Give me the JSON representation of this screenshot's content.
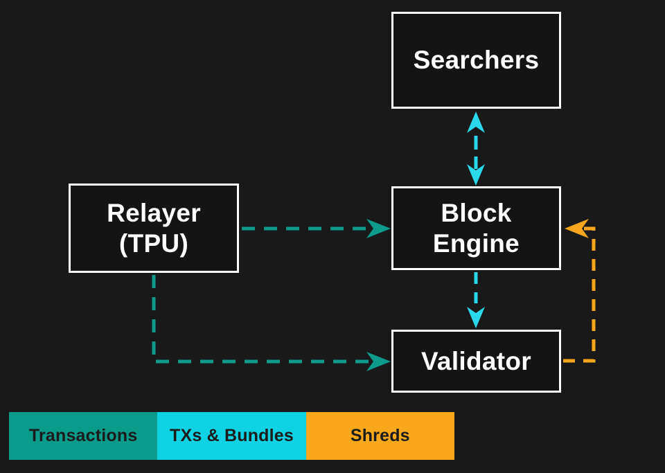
{
  "colors": {
    "background": "#1a191a",
    "node_fill": "#151415",
    "node_border": "#ffffff",
    "node_text": "#ffffff",
    "teal": "#0d9b8b",
    "cyan": "#29d8ea",
    "orange": "#f8a51e",
    "legend_text": "#1b1b1b"
  },
  "nodes": {
    "searchers": {
      "label": "Searchers"
    },
    "relayer": {
      "lines": [
        "Relayer",
        "(TPU)"
      ]
    },
    "block_engine": {
      "lines": [
        "Block",
        "Engine"
      ]
    },
    "validator": {
      "label": "Validator"
    }
  },
  "edges": [
    {
      "from": "searchers",
      "to": "block_engine",
      "bidirectional": true,
      "carries": "TXs & Bundles",
      "color": "#29d8ea"
    },
    {
      "from": "relayer",
      "to": "block_engine",
      "bidirectional": false,
      "carries": "Transactions",
      "color": "#0d9b8b"
    },
    {
      "from": "block_engine",
      "to": "validator",
      "bidirectional": false,
      "carries": "TXs & Bundles",
      "color": "#29d8ea"
    },
    {
      "from": "relayer",
      "to": "validator",
      "bidirectional": false,
      "carries": "Transactions",
      "color": "#0d9b8b"
    },
    {
      "from": "validator",
      "to": "block_engine",
      "bidirectional": false,
      "carries": "Shreds",
      "color": "#f8a51e"
    }
  ],
  "legend": {
    "items": [
      {
        "label": "Transactions",
        "color": "#0a9b8a"
      },
      {
        "label": "TXs & Bundles",
        "color": "#0fd3e3"
      },
      {
        "label": "Shreds",
        "color": "#f9a81c"
      }
    ]
  }
}
